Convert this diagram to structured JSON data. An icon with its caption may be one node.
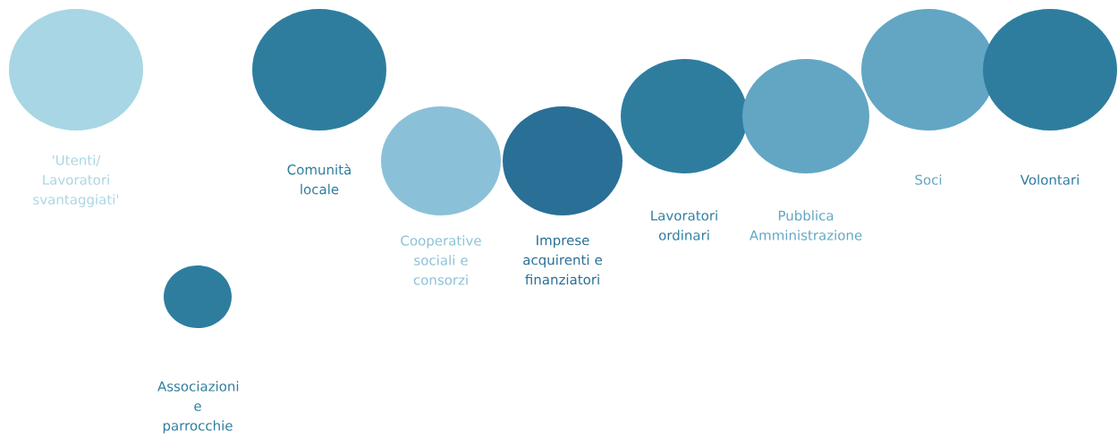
{
  "diagram": {
    "nodes": [
      {
        "text": [
          "'Utenti/ Lavoratori svantaggiati'"
        ]
      },
      {
        "text": [
          "Associazioni e parrocchie"
        ]
      },
      {
        "text": [
          "Comunità locale"
        ]
      },
      {
        "text": [
          "Cooperative sociali e consorzi"
        ]
      },
      {
        "text": [
          "Imprese acquirenti e finanziatori"
        ]
      },
      {
        "text": [
          "Lavoratori ordinari"
        ]
      },
      {
        "text": [
          "Pubblica Amministrazione"
        ]
      },
      {
        "text": [
          "Soci"
        ]
      },
      {
        "text": [
          "Volontari"
        ]
      }
    ]
  }
}
